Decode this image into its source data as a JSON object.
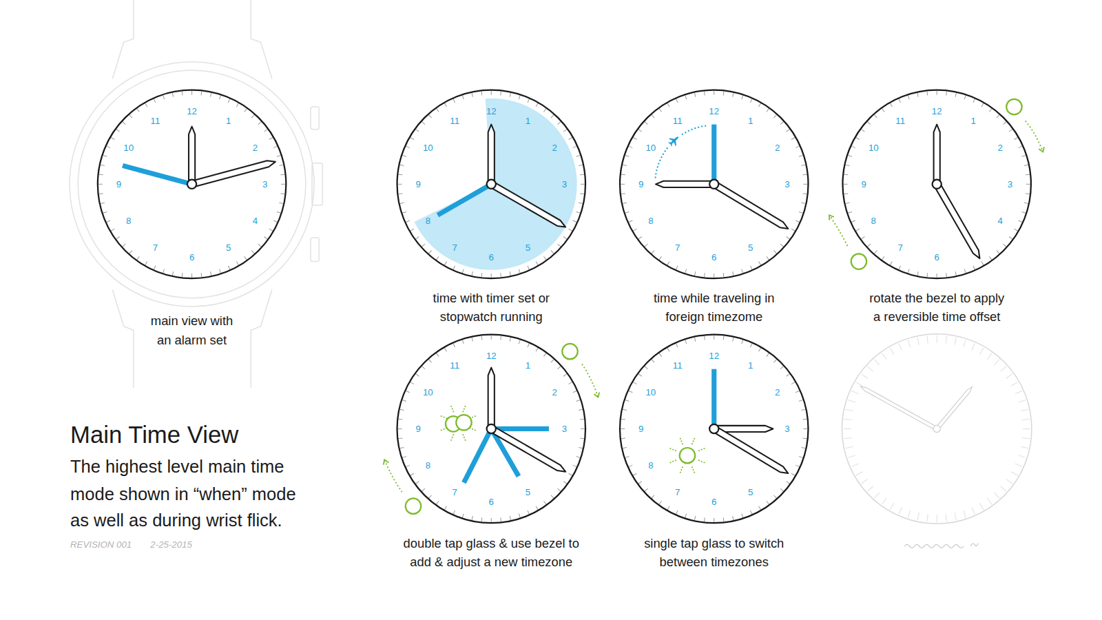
{
  "diagram": {
    "title": "Main Time View",
    "caption": "The highest level main time mode shown in “when” mode as well as during wrist flick.",
    "nodes": [
      {
        "text": [
          "12",
          "1",
          "2",
          "3",
          "4",
          "5",
          "6",
          "7",
          "8",
          "9",
          "10",
          "11"
        ]
      },
      {
        "text": [
          "12",
          "1",
          "2",
          "3",
          "5",
          "6",
          "7",
          "8",
          "9",
          "10",
          "11"
        ]
      },
      {
        "text": [
          "12",
          "1",
          "2",
          "3",
          "5",
          "6",
          "7",
          "8",
          "9",
          "10",
          "11"
        ]
      },
      {
        "text": [
          "12",
          "1",
          "2",
          "3",
          "4",
          "6",
          "7",
          "8",
          "9",
          "10",
          "11"
        ]
      },
      {
        "text": [
          "12",
          "1",
          "2",
          "3",
          "5",
          "6",
          "7",
          "8",
          "9",
          "10",
          "11"
        ]
      },
      {
        "text": [
          "12",
          "1",
          "2",
          "3",
          "5",
          "6",
          "7",
          "8",
          "9",
          "10",
          "11"
        ]
      }
    ],
    "labels": [
      "main view with an alarm set",
      "time with timer set or stopwatch running",
      "time while traveling in foreign timezome",
      "rotate the bezel to apply a reversible time offset",
      "double tap glass & use bezel to add & adjust a new timezone",
      "single tap glass to switch between timezones",
      "REVISION 001",
      "2-25-2015"
    ]
  }
}
